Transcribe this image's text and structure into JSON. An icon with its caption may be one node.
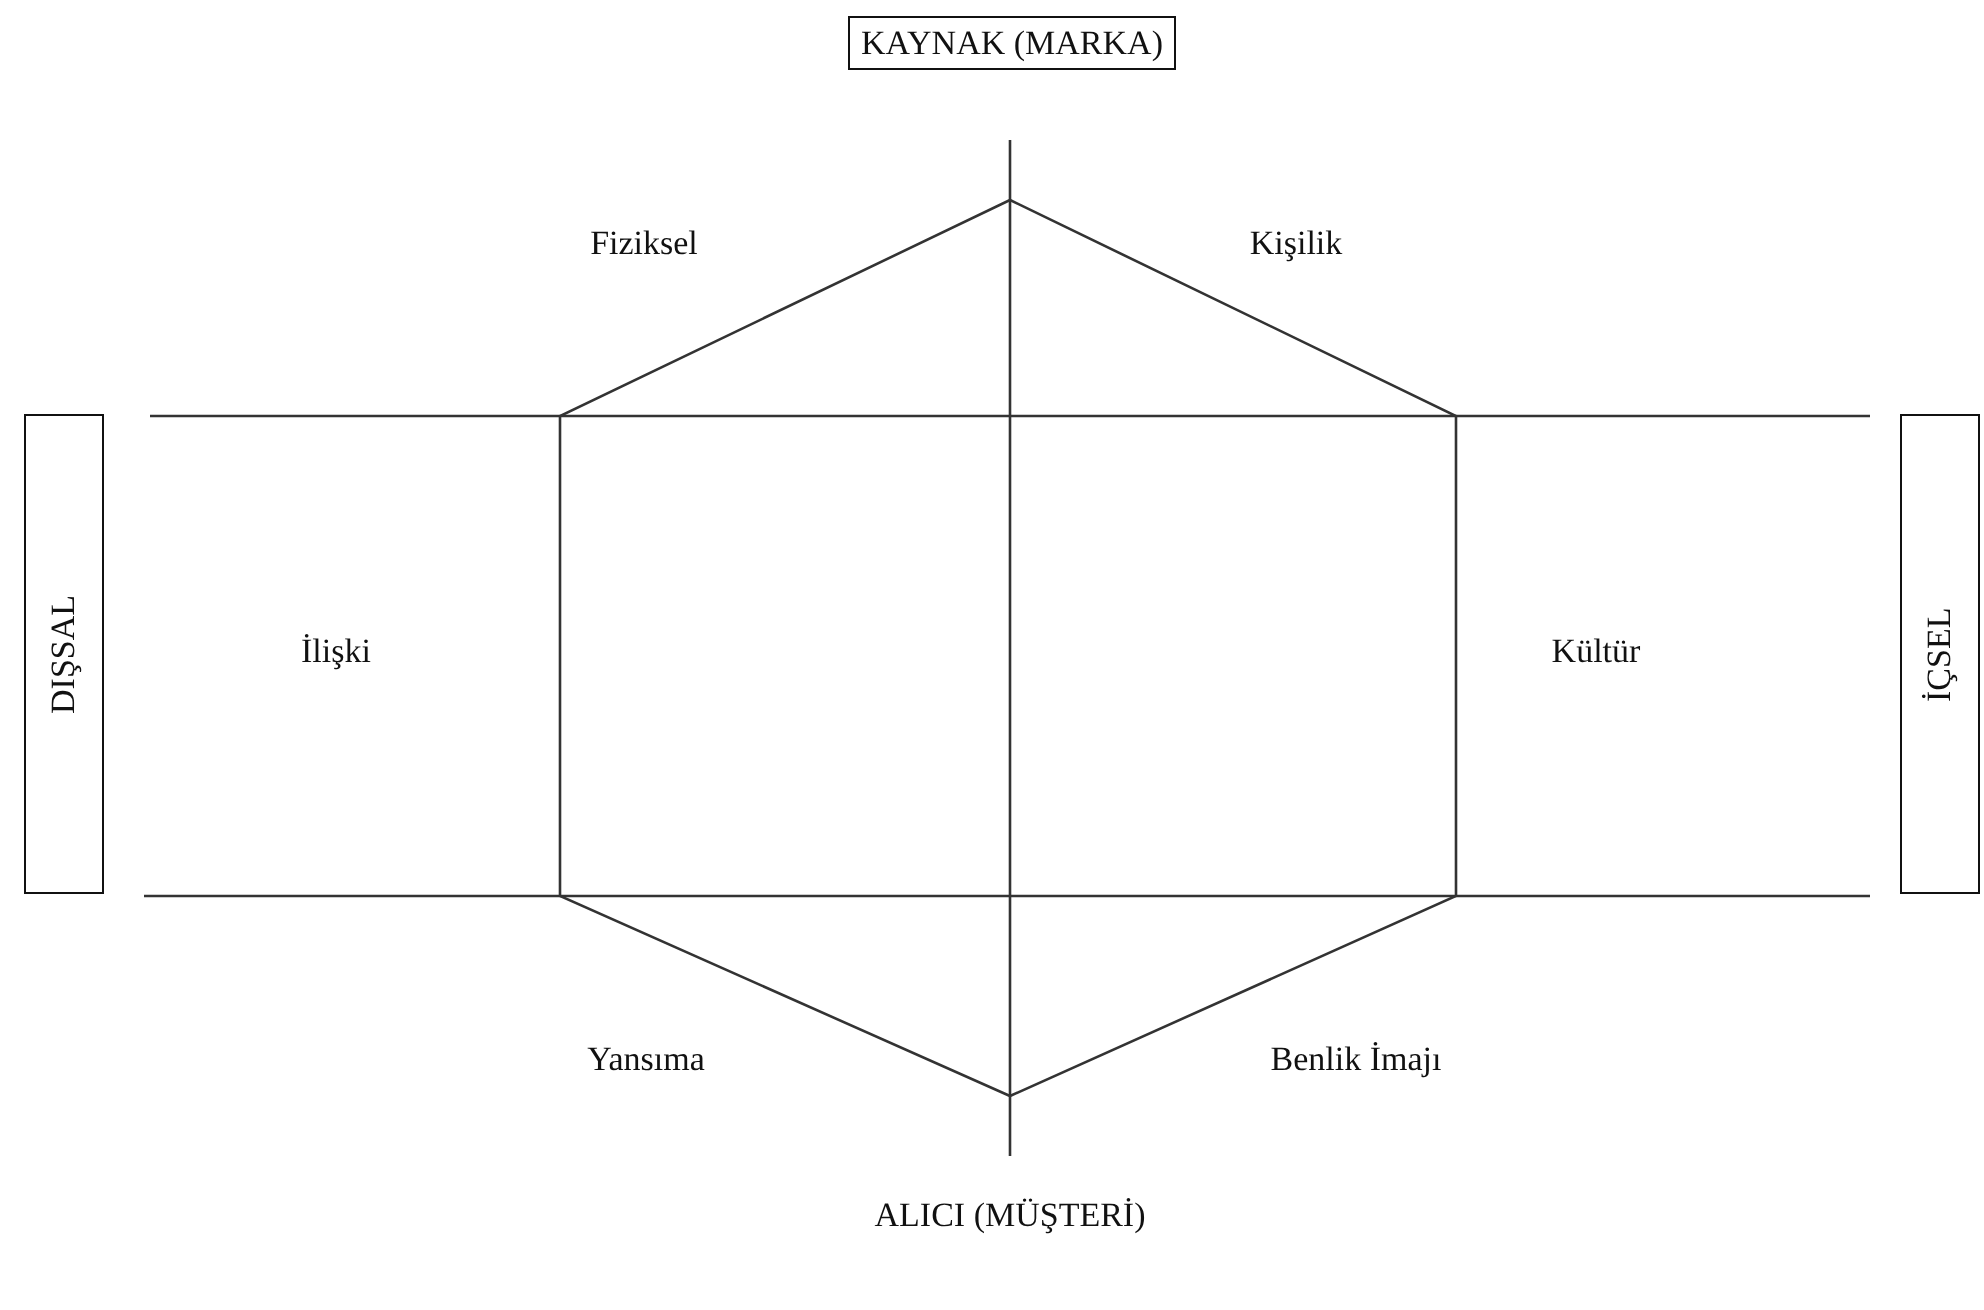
{
  "diagram": {
    "nodes": [
      {
        "text": [
          "KAYNAK (MARKA)"
        ]
      },
      {
        "text": [
          "DIŞSAL"
        ]
      },
      {
        "text": [
          "İÇSEL"
        ]
      }
    ],
    "labels": [
      "Fiziksel",
      "Kişilik",
      "İlişki",
      "Kültür",
      "Yansıma",
      "Benlik İmajı",
      "ALICI (MÜŞTERİ)"
    ]
  }
}
